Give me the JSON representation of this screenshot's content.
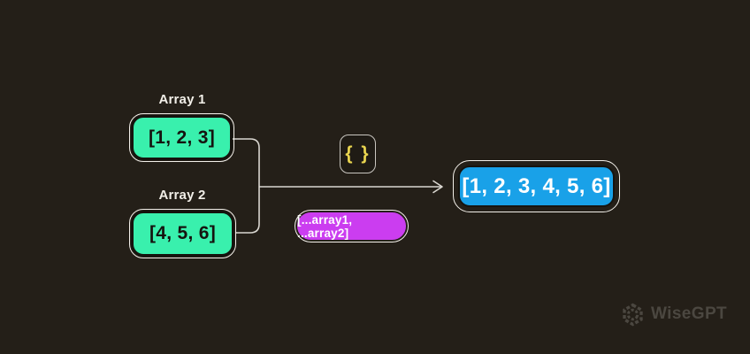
{
  "diagram": {
    "array1": {
      "label": "Array 1",
      "value": "[1, 2, 3]"
    },
    "array2": {
      "label": "Array 2",
      "value": "[4, 5, 6]"
    },
    "operator_badge": {
      "glyph": "{ }"
    },
    "spread_expression": {
      "label": "[...array1, ...array2]"
    },
    "result": {
      "value": "[1, 2, 3, 4, 5, 6]"
    }
  },
  "branding": {
    "name": "WiseGPT"
  },
  "colors": {
    "background": "#241f18",
    "array_chip_green": "#39f0ad",
    "result_chip_blue": "#19a1e8",
    "spread_chip_purple": "#cb3df0",
    "braces_yellow": "#e8d44f",
    "connector_line": "#dad7d1",
    "label_text": "#f2efe8",
    "brand_gray": "#4b4740"
  }
}
